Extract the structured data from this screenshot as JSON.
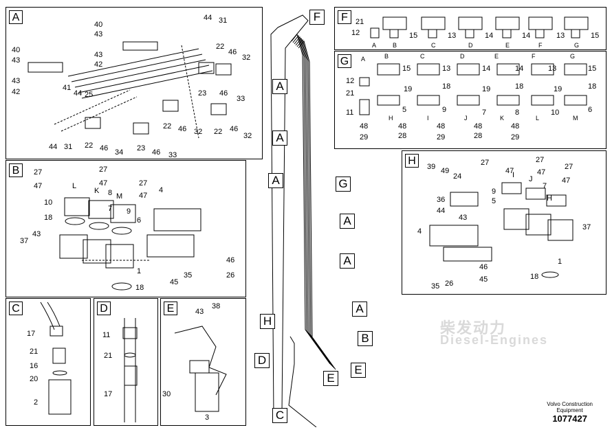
{
  "watermark": {
    "cn": "柴发动力",
    "en": "Diesel-Engines"
  },
  "footer": {
    "line1": "Volvo Construction",
    "line2": "Equipment",
    "number": "1077427"
  },
  "panels": {
    "A": {
      "tag": "A",
      "labels": [
        "40",
        "43",
        "44",
        "31",
        "43",
        "42",
        "22",
        "46",
        "32",
        "40",
        "43",
        "43",
        "42",
        "41",
        "44",
        "25",
        "23",
        "46",
        "33",
        "22",
        "46",
        "32",
        "22",
        "46",
        "32",
        "44",
        "31",
        "22",
        "46",
        "34",
        "23",
        "46",
        "33"
      ]
    },
    "B": {
      "tag": "B",
      "labels": [
        "27",
        "47",
        "27",
        "47",
        "27",
        "47",
        "L",
        "K",
        "M",
        "10",
        "8",
        "7",
        "18",
        "9",
        "6",
        "4",
        "37",
        "43",
        "1",
        "18",
        "46",
        "35",
        "26",
        "45"
      ]
    },
    "C": {
      "tag": "C",
      "labels": [
        "17",
        "21",
        "16",
        "20",
        "2"
      ]
    },
    "D": {
      "tag": "D",
      "labels": [
        "11",
        "21",
        "17"
      ]
    },
    "E": {
      "tag": "E",
      "labels": [
        "43",
        "38",
        "30",
        "3"
      ]
    },
    "F": {
      "tag": "F",
      "labels": [
        "21",
        "12",
        "15",
        "13",
        "14",
        "14",
        "13",
        "15"
      ],
      "letters": [
        "A",
        "B",
        "C",
        "D",
        "E",
        "F",
        "G"
      ]
    },
    "G": {
      "tag": "G",
      "top_letters": [
        "A",
        "B",
        "C",
        "D",
        "E",
        "F",
        "G"
      ],
      "labels": [
        "15",
        "13",
        "14",
        "14",
        "13",
        "15",
        "12",
        "21",
        "19",
        "18",
        "19",
        "18",
        "19",
        "18",
        "11",
        "5",
        "9",
        "7",
        "8",
        "10",
        "6",
        "48",
        "29",
        "48",
        "28",
        "48",
        "29",
        "48",
        "28",
        "48",
        "29"
      ],
      "mid_letters": [
        "H",
        "I",
        "J",
        "K",
        "L",
        "M"
      ]
    },
    "H": {
      "tag": "H",
      "labels": [
        "27",
        "27",
        "27",
        "47",
        "47",
        "47",
        "39",
        "49",
        "24",
        "J",
        "7",
        "I",
        "H",
        "9",
        "5",
        "36",
        "44",
        "43",
        "4",
        "37",
        "1",
        "46",
        "35",
        "45",
        "26",
        "18"
      ]
    }
  },
  "callouts": [
    "F",
    "A",
    "A",
    "A",
    "G",
    "A",
    "A",
    "A",
    "H",
    "B",
    "D",
    "E",
    "E",
    "C"
  ]
}
